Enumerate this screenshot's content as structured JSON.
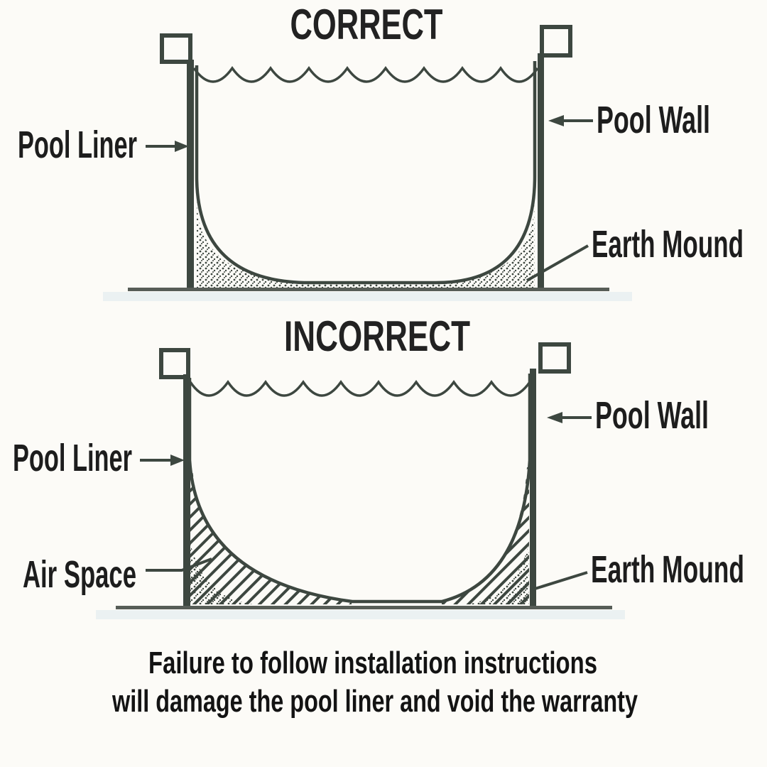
{
  "colors": {
    "background": "#fcfbf7",
    "ink": "#3d4740",
    "label_text": "#1d1d1d",
    "title_text": "#222222",
    "ground_line": "#575d57",
    "below_ground_tint": "#d7e4ec"
  },
  "correct_diagram": {
    "title": "CORRECT",
    "pool_liner_label": "Pool Liner",
    "pool_wall_label": "Pool Wall",
    "earth_mound_label": "Earth Mound"
  },
  "incorrect_diagram": {
    "title": "INCORRECT",
    "pool_liner_label": "Pool Liner",
    "pool_wall_label": "Pool Wall",
    "air_space_label": "Air Space",
    "earth_mound_label": "Earth Mound"
  },
  "warning": {
    "line1": "Failure to follow installation instructions",
    "line2": "will damage the pool liner and void the warranty"
  }
}
